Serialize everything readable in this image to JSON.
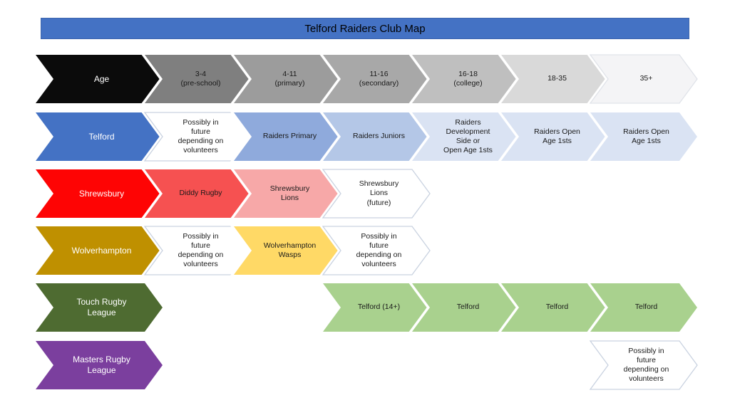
{
  "title": {
    "text": "Telford Raiders Club Map",
    "bg": "#4472C4",
    "border": "#3E66AE",
    "text_color": "#000000"
  },
  "defaults": {
    "white_cell_fill": "#FFFFFF",
    "white_cell_border": "#C9D2E0",
    "cell_text_color": "#1A1A1A"
  },
  "rows": [
    {
      "label": {
        "text": "Age",
        "fill": "#0B0B0B",
        "text_color": "#FFFFFF"
      },
      "cells": [
        {
          "col": 1,
          "text": "3-4\n(pre-school)",
          "fill": "#7F7F7F"
        },
        {
          "col": 2,
          "text": "4-11\n(primary)",
          "fill": "#9C9C9C"
        },
        {
          "col": 3,
          "text": "11-16\n(secondary)",
          "fill": "#A8A8A8"
        },
        {
          "col": 4,
          "text": "16-18\n(college)",
          "fill": "#BFBFBF"
        },
        {
          "col": 5,
          "text": "18-35",
          "fill": "#D9D9D9"
        },
        {
          "col": 6,
          "text": "35+",
          "fill": "#F4F4F6",
          "border": "#E0E3E9"
        }
      ]
    },
    {
      "label": {
        "text": "Telford",
        "fill": "#4472C4",
        "text_color": "#FFFFFF"
      },
      "cells": [
        {
          "col": 1,
          "text": "Possibly in\nfuture\ndepending on\nvolunteers",
          "outline": true
        },
        {
          "col": 2,
          "text": "Raiders Primary",
          "fill": "#8FAADC"
        },
        {
          "col": 3,
          "text": "Raiders Juniors",
          "fill": "#B4C7E7"
        },
        {
          "col": 4,
          "text": "Raiders\nDevelopment\nSide or\nOpen Age 1sts",
          "fill": "#DAE3F3"
        },
        {
          "col": 5,
          "text": "Raiders Open\nAge 1sts",
          "fill": "#DAE3F3"
        },
        {
          "col": 6,
          "text": "Raiders Open\nAge 1sts",
          "fill": "#DAE3F3"
        }
      ]
    },
    {
      "label": {
        "text": "Shrewsbury",
        "fill": "#FE0404",
        "text_color": "#FFFFFF"
      },
      "cells": [
        {
          "col": 1,
          "text": "Diddy Rugby",
          "fill": "#F65151"
        },
        {
          "col": 2,
          "text": "Shrewsbury\nLions",
          "fill": "#F7A8A8"
        },
        {
          "col": 3,
          "text": "Shrewsbury\nLions\n(future)",
          "outline": true
        }
      ]
    },
    {
      "label": {
        "text": "Wolverhampton",
        "fill": "#BF9000",
        "text_color": "#FFFFFF"
      },
      "cells": [
        {
          "col": 1,
          "text": "Possibly in\nfuture\ndepending on\nvolunteers",
          "outline": true
        },
        {
          "col": 2,
          "text": "Wolverhampton\nWasps",
          "fill": "#FFD966"
        },
        {
          "col": 3,
          "text": "Possibly in\nfuture\ndepending on\nvolunteers",
          "outline": true
        }
      ]
    },
    {
      "label": {
        "text": "Touch Rugby\nLeague",
        "fill": "#4E6B31",
        "text_color": "#FFFFFF"
      },
      "cells": [
        {
          "col": 3,
          "text": "Telford (14+)",
          "fill": "#A9D18E"
        },
        {
          "col": 4,
          "text": "Telford",
          "fill": "#A9D18E"
        },
        {
          "col": 5,
          "text": "Telford",
          "fill": "#A9D18E"
        },
        {
          "col": 6,
          "text": "Telford",
          "fill": "#A9D18E"
        }
      ]
    },
    {
      "label": {
        "text": "Masters Rugby\nLeague",
        "fill": "#7B3F9E",
        "text_color": "#FFFFFF"
      },
      "cells": [
        {
          "col": 6,
          "text": "Possibly in\nfuture\ndepending on\nvolunteers",
          "outline": true
        }
      ]
    }
  ]
}
